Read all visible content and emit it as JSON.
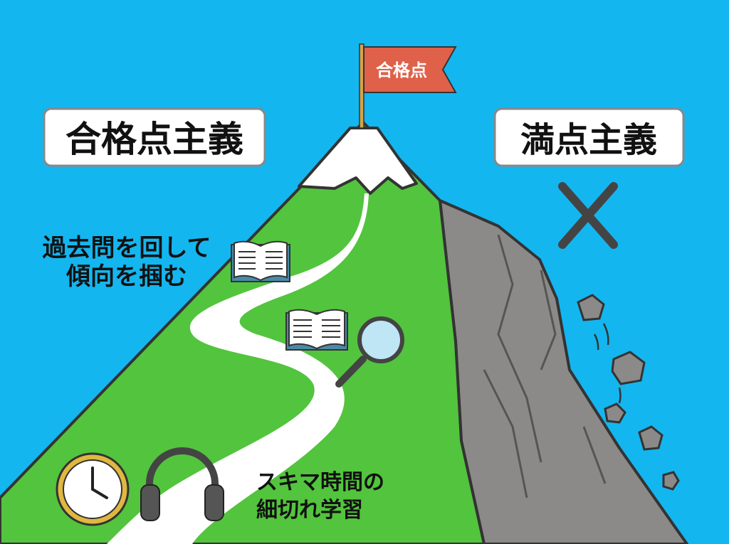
{
  "flag": {
    "label": "合格点"
  },
  "left_title": "合格点主義",
  "right_title": "満点主義",
  "right_mark": "cross-icon",
  "annotations": {
    "past_exams_line1": "過去問を回して",
    "past_exams_line2": "傾向を掴む",
    "spare_time_line1": "スキマ時間の",
    "spare_time_line2": "細切れ学習"
  },
  "colors": {
    "sky": "#14b6ef",
    "grass": "#53c43d",
    "rock": "#8c8a88",
    "flag": "#e0614a",
    "path": "#ffffff"
  },
  "icons": [
    "open-book-icon",
    "magnifier-icon",
    "clock-icon",
    "headphones-icon",
    "falling-rocks-icon"
  ]
}
